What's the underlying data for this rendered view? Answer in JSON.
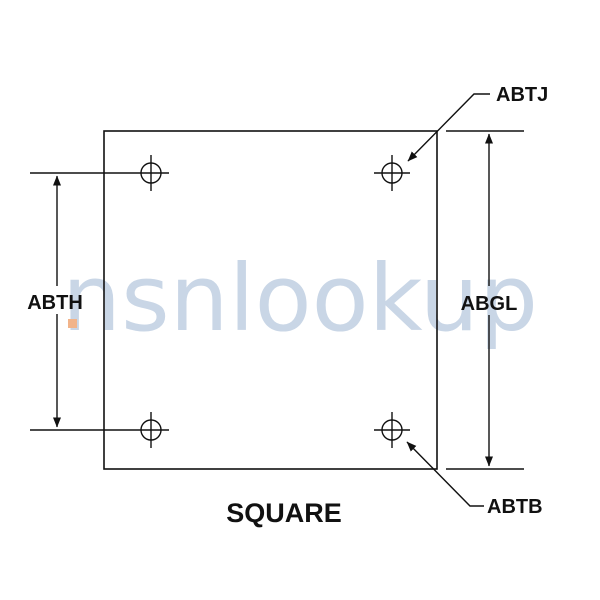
{
  "diagram": {
    "title": "SQUARE",
    "labels": {
      "top_right_hole": "ABTJ",
      "bottom_right_hole": "ABTB",
      "hole_spacing": "ABTH",
      "overall_length": "ABGL"
    }
  },
  "watermark": {
    "text": "nsnlookup"
  },
  "colors": {
    "line": "#111111",
    "watermark": "#c9d6e6",
    "watermark_dot": "#f2b48a"
  }
}
